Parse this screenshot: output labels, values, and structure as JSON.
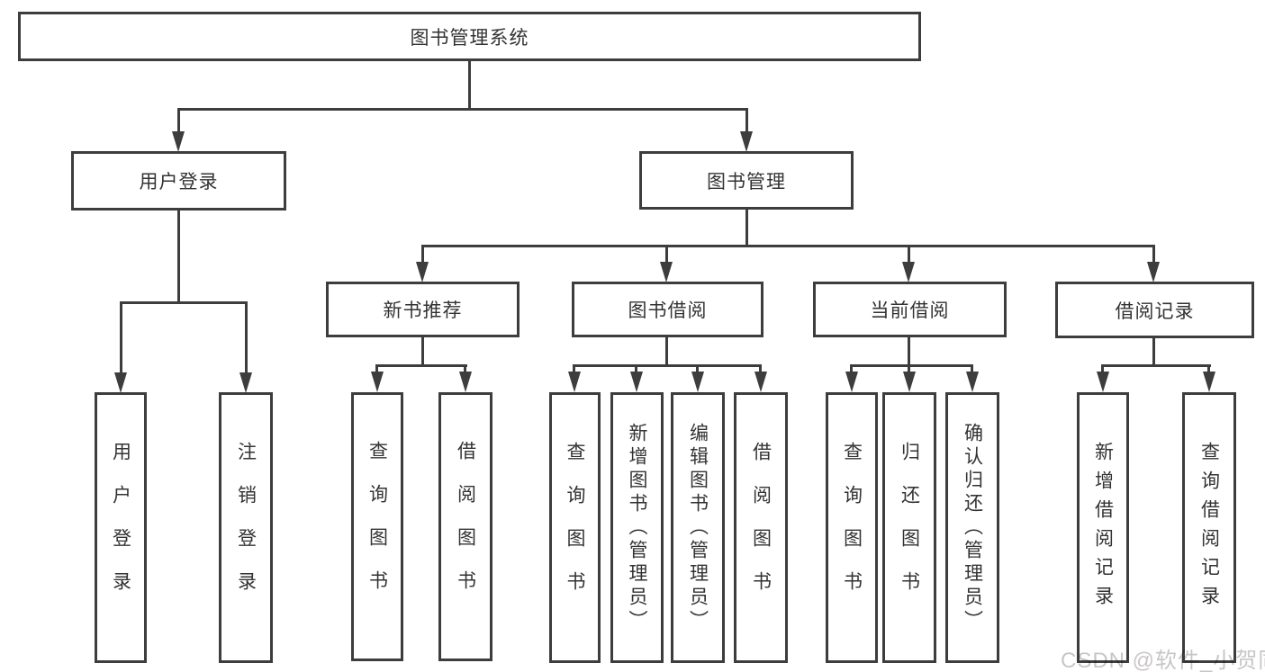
{
  "colors": {
    "line": "#3d3d3d",
    "text": "#333333",
    "watermark": "#c9c5c5",
    "background": "#ffffff"
  },
  "watermark": "CSDN @软件_小贺同学",
  "diagram": {
    "type": "hierarchy-tree",
    "root": {
      "label": "图书管理系统",
      "children": [
        {
          "label": "用户登录",
          "children": [
            {
              "label": "用户登录"
            },
            {
              "label": "注销登录"
            }
          ]
        },
        {
          "label": "图书管理",
          "children": [
            {
              "label": "新书推荐",
              "children": [
                {
                  "label": "查询图书"
                },
                {
                  "label": "借阅图书"
                }
              ]
            },
            {
              "label": "图书借阅",
              "children": [
                {
                  "label": "查询图书"
                },
                {
                  "label": "新增图书（管理员）"
                },
                {
                  "label": "编辑图书（管理员）"
                },
                {
                  "label": "借阅图书"
                }
              ]
            },
            {
              "label": "当前借阅",
              "children": [
                {
                  "label": "查询图书"
                },
                {
                  "label": "归还图书"
                },
                {
                  "label": "确认归还（管理员）"
                }
              ]
            },
            {
              "label": "借阅记录",
              "children": [
                {
                  "label": "新增借阅记录"
                },
                {
                  "label": "查询借阅记录"
                }
              ]
            }
          ]
        }
      ]
    }
  }
}
